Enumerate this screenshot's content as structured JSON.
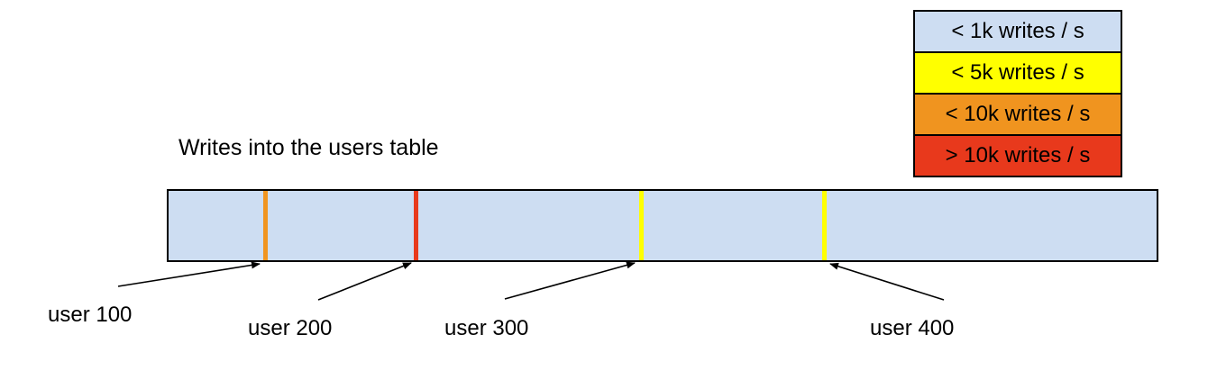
{
  "title": "Writes into the users table",
  "legend": {
    "items": [
      {
        "label": "< 1k writes / s",
        "color": "#cdddf2"
      },
      {
        "label": "< 5k writes / s",
        "color": "#ffff00"
      },
      {
        "label": "< 10k writes / s",
        "color": "#f0941f"
      },
      {
        "label": "> 10k writes / s",
        "color": "#e8391c"
      }
    ]
  },
  "strip": {
    "fill": "#cdddf2",
    "border_color": "#000000",
    "markers": [
      {
        "user": "user 100",
        "color": "#f0941f",
        "write_rate": "< 10k writes / s",
        "x_pct": 9.8
      },
      {
        "user": "user 200",
        "color": "#e8391c",
        "write_rate": "> 10k writes / s",
        "x_pct": 25.0
      },
      {
        "user": "user 300",
        "color": "#ffff00",
        "write_rate": "< 5k writes / s",
        "x_pct": 47.9
      },
      {
        "user": "user 400",
        "color": "#ffff00",
        "write_rate": "< 5k writes / s",
        "x_pct": 66.4
      }
    ]
  }
}
